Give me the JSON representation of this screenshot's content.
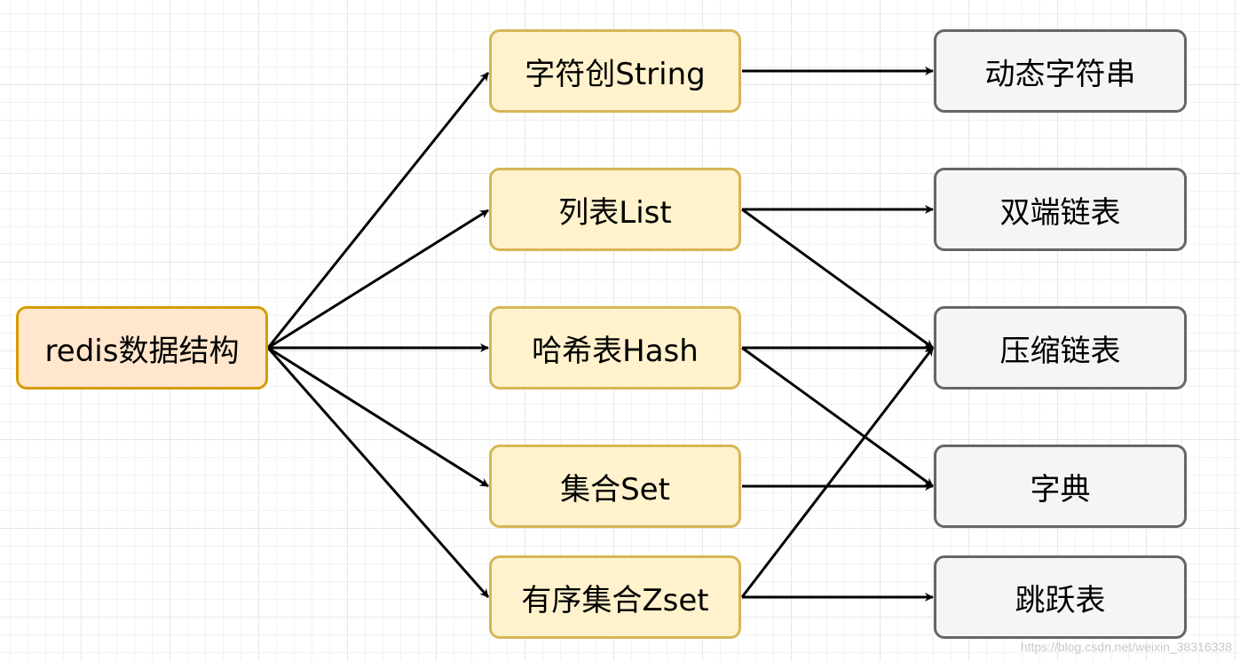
{
  "root": {
    "label": "redis数据结构"
  },
  "types": [
    {
      "label": "字符创String"
    },
    {
      "label": "列表List"
    },
    {
      "label": "哈希表Hash"
    },
    {
      "label": "集合Set"
    },
    {
      "label": "有序集合Zset"
    }
  ],
  "implementations": [
    {
      "label": "动态字符串"
    },
    {
      "label": "双端链表"
    },
    {
      "label": "压缩链表"
    },
    {
      "label": "字典"
    },
    {
      "label": "跳跃表"
    }
  ],
  "edges": [
    {
      "from": "redis数据结构",
      "to": "字符创String"
    },
    {
      "from": "redis数据结构",
      "to": "列表List"
    },
    {
      "from": "redis数据结构",
      "to": "哈希表Hash"
    },
    {
      "from": "redis数据结构",
      "to": "集合Set"
    },
    {
      "from": "redis数据结构",
      "to": "有序集合Zset"
    },
    {
      "from": "字符创String",
      "to": "动态字符串"
    },
    {
      "from": "列表List",
      "to": "双端链表"
    },
    {
      "from": "列表List",
      "to": "压缩链表"
    },
    {
      "from": "哈希表Hash",
      "to": "压缩链表"
    },
    {
      "from": "哈希表Hash",
      "to": "字典"
    },
    {
      "from": "集合Set",
      "to": "字典"
    },
    {
      "from": "有序集合Zset",
      "to": "压缩链表"
    },
    {
      "from": "有序集合Zset",
      "to": "跳跃表"
    }
  ],
  "watermark": "https://blog.csdn.net/weixin_38316338",
  "colors": {
    "root_fill": "#ffe6cc",
    "root_stroke": "#d79b00",
    "type_fill": "#fff2cc",
    "type_stroke": "#d6b656",
    "impl_fill": "#f5f5f5",
    "impl_stroke": "#666666",
    "edge": "#000000"
  }
}
